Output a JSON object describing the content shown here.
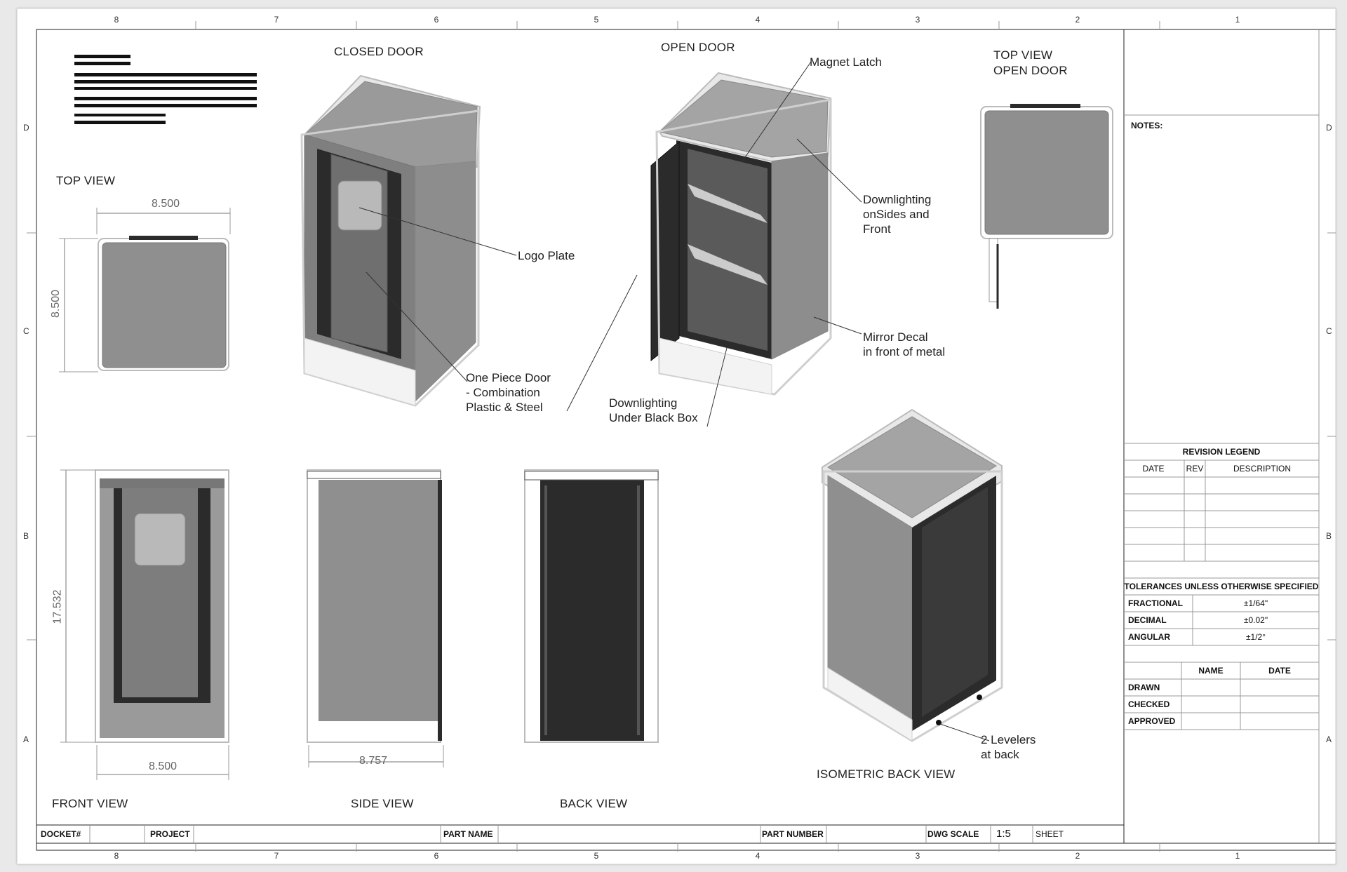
{
  "zones": {
    "numbers": [
      "8",
      "7",
      "6",
      "5",
      "4",
      "3",
      "2",
      "1"
    ],
    "letters": [
      "D",
      "C",
      "B",
      "A"
    ]
  },
  "views": {
    "closed_door": "CLOSED DOOR",
    "open_door": "OPEN DOOR",
    "top_view_open": [
      "TOP VIEW",
      "OPEN DOOR"
    ],
    "top_view": "TOP VIEW",
    "front_view": "FRONT VIEW",
    "side_view": "SIDE VIEW",
    "back_view": "BACK VIEW",
    "isometric_back": "ISOMETRIC BACK VIEW"
  },
  "callouts": {
    "magnet_latch": "Magnet Latch",
    "logo_plate": "Logo Plate",
    "downlighting_sides": [
      "Downlighting",
      "onSides and",
      "Front"
    ],
    "mirror_decal": [
      "Mirror Decal",
      "in front of metal"
    ],
    "one_piece_door": [
      "One Piece Door",
      "- Combination",
      "Plastic & Steel"
    ],
    "downlighting_under": [
      "Downlighting",
      "Under Black Box"
    ],
    "levelers": [
      "2 Levelers",
      "at back"
    ]
  },
  "dimensions": {
    "top_width": "8.500",
    "top_depth": "8.500",
    "front_height": "17.532",
    "front_width": "8.500",
    "side_depth": "8.757"
  },
  "notes_label": "NOTES:",
  "revision": {
    "title": "REVISION LEGEND",
    "columns": [
      "DATE",
      "REV",
      "DESCRIPTION"
    ]
  },
  "tolerances": {
    "title": "TOLERANCES UNLESS OTHERWISE SPECIFIED",
    "rows": [
      {
        "label": "FRACTIONAL",
        "value": "±1/64\""
      },
      {
        "label": "DECIMAL",
        "value": "±0.02\""
      },
      {
        "label": "ANGULAR",
        "value": "±1/2°"
      }
    ]
  },
  "signoff": {
    "columns": [
      "NAME",
      "DATE"
    ],
    "rows": [
      "DRAWN",
      "CHECKED",
      "APPROVED"
    ]
  },
  "title_block": {
    "docket": "DOCKET#",
    "project": "PROJECT",
    "part_name": "PART NAME",
    "part_number": "PART NUMBER",
    "dwg_scale": "DWG SCALE",
    "scale_value": "1:5",
    "sheet": "SHEET"
  },
  "colors": {
    "cabinet_gray": "#8f8f8f",
    "dark_panel": "#2b2b2b",
    "glass_outline": "#bdbdbd",
    "line": "#333333"
  }
}
